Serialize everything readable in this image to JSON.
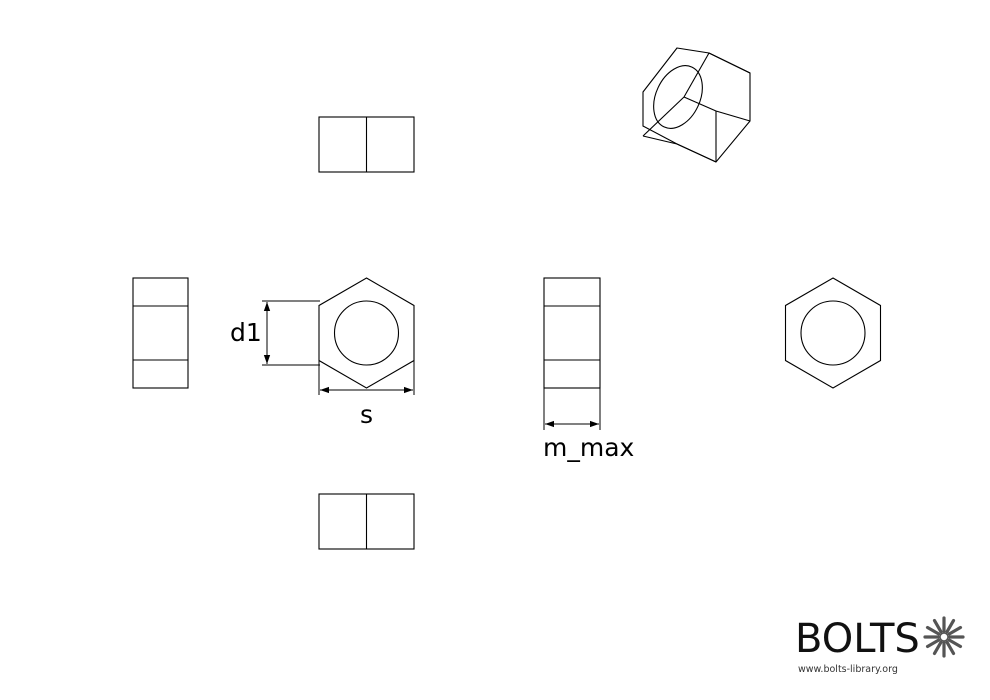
{
  "dimensions": {
    "d1": "d1",
    "s": "s",
    "m_max": "m_max"
  },
  "brand": {
    "name": "BOLTS",
    "url": "www.bolts-library.org"
  },
  "icons": {
    "logo": "bolts-star-icon"
  }
}
